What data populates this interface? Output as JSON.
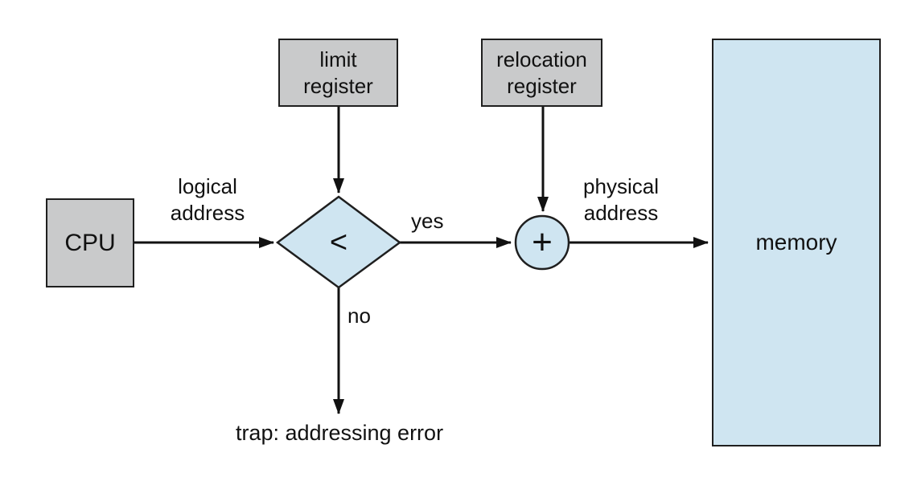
{
  "figure": {
    "nodes": {
      "cpu": {
        "label": "CPU"
      },
      "limit_register": {
        "lines": [
          "limit",
          "register"
        ]
      },
      "relocation_register": {
        "lines": [
          "relocation",
          "register"
        ]
      },
      "compare": {
        "symbol": "<"
      },
      "adder": {
        "symbol": "+"
      },
      "memory": {
        "label": "memory"
      }
    },
    "labels": {
      "logical_address": {
        "lines": [
          "logical",
          "address"
        ]
      },
      "yes": "yes",
      "no": "no",
      "physical_address": {
        "lines": [
          "physical",
          "address"
        ]
      },
      "trap": "trap: addressing error"
    },
    "colors": {
      "register_box_fill": "#c9cacb",
      "shape_fill": "#cfe5f1",
      "stroke": "#1f1f1f",
      "background": "#ffffff",
      "text": "#111111"
    }
  }
}
